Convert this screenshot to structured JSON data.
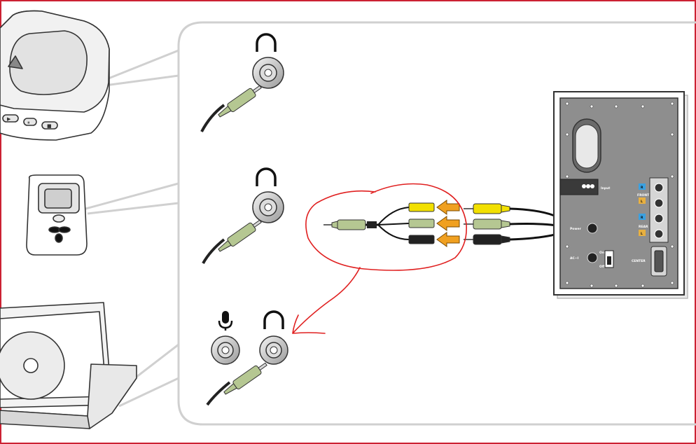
{
  "diagram": {
    "colors": {
      "border_red": "#cc2233",
      "panel_gray": "#d0d0d0",
      "plug_green": "#b5c792",
      "plug_yellow": "#f2e000",
      "plug_black": "#222222",
      "arrow_orange": "#f0a020",
      "annotation_red": "#e02020",
      "speaker_panel": "#8e8e8e"
    },
    "sources": [
      {
        "id": "cd-player",
        "icon": "headphone-icon"
      },
      {
        "id": "mp3-player",
        "icon": "headphone-icon"
      },
      {
        "id": "laptop",
        "icon": "headphone-icon",
        "extra_icon": "microphone-icon"
      }
    ],
    "cable": {
      "plugs": [
        "yellow",
        "green",
        "black"
      ]
    },
    "speaker_labels": {
      "input": "Input",
      "power": "Power",
      "ac": "AC~I",
      "center": "CENTER",
      "on": "On",
      "off": "Off",
      "front": "FRONT",
      "rear": "REAR",
      "r": "R",
      "l": "L"
    }
  }
}
